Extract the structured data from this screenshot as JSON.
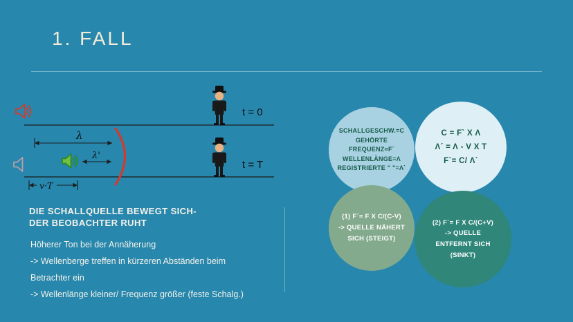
{
  "slide": {
    "title": "1. FALL"
  },
  "diagram": {
    "t0_label": "t = 0",
    "tT_label": "t = T",
    "lambda_label": "λ",
    "lambda_prime_label": "λ'",
    "vt_label": "v·T"
  },
  "description": {
    "heading_line1": "DIE SCHALLQUELLE BEWEGT SICH-",
    "heading_line2": "DER BEOBACHTER RUHT",
    "lines": [
      "Höherer Ton bei der Annäherung",
      "-> Wellenberge treffen in kürzeren Abständen beim",
      "Betrachter ein",
      "-> Wellenlänge kleiner/ Frequenz größer (feste Schalg.)"
    ]
  },
  "bubbles": {
    "definitions": {
      "lines": [
        "SCHALLGESCHW.=C",
        "GEHÖRTE",
        "FREQUENZ=F´",
        "WELLENLÄNGE=Λ",
        "REGISTRIERTE \" \"=Λ`"
      ]
    },
    "formulas": {
      "lines": [
        "C = F` X Λ",
        "Λ´ = Λ - V X T",
        "F`= C/ Λ´"
      ]
    },
    "case1": {
      "lines": [
        "(1) F´= F X C/(C-V)",
        "-> QUELLE NÄHERT",
        "SICH (STEIGT)"
      ]
    },
    "case2": {
      "lines": [
        "(2) F`= F X C/(C+V)",
        "-> QUELLE",
        "ENTFERNT SICH",
        "(SINKT)"
      ]
    }
  },
  "colors": {
    "background": "#2787ad",
    "title_text": "#f2ecd9",
    "body_text": "#f4f2ea",
    "bubble_light_blue": "#a8d2e2",
    "bubble_pale_blue": "#def0f6",
    "bubble_sage": "#84aa8d",
    "bubble_teal": "#2f8679",
    "bubble_dark_text": "#175a49",
    "wavefront_red": "#d6392b",
    "source_green": "#2f8a1d"
  }
}
